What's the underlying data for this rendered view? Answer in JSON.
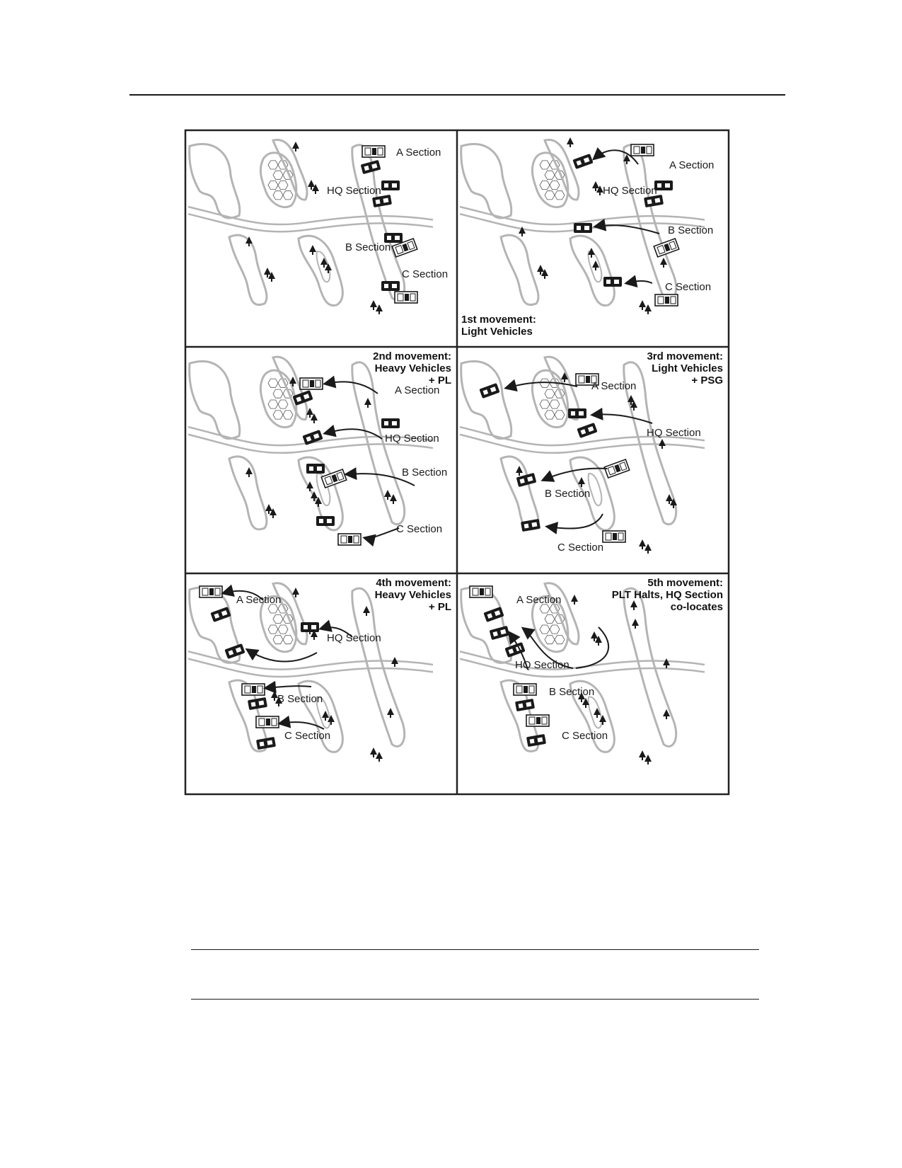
{
  "figure": {
    "panels": [
      {
        "title_lines": [],
        "title_align": "left",
        "labels": {
          "A": "A Section",
          "HQ": "HQ Section",
          "B": "B Section",
          "C": "C Section"
        }
      },
      {
        "title_lines": [
          "1st movement:",
          "Light Vehicles"
        ],
        "title_align": "left-bottom",
        "labels": {
          "A": "A Section",
          "HQ": "HQ Section",
          "B": "B Section",
          "C": "C Section"
        }
      },
      {
        "title_lines": [
          "2nd movement:",
          "Heavy Vehicles",
          "+ PL"
        ],
        "title_align": "right",
        "labels": {
          "A": "A Section",
          "HQ": "HQ Section",
          "B": "B Section",
          "C": "C Section"
        }
      },
      {
        "title_lines": [
          "3rd movement:",
          "Light Vehicles",
          "+ PSG"
        ],
        "title_align": "right",
        "labels": {
          "A": "A Section",
          "HQ": "HQ Section",
          "B": "B Section",
          "C": "C Section"
        }
      },
      {
        "title_lines": [
          "4th movement:",
          "Heavy Vehicles",
          "+ PL"
        ],
        "title_align": "right",
        "labels": {
          "A": "A Section",
          "HQ": "HQ Section",
          "B": "B Section",
          "C": "C Section"
        }
      },
      {
        "title_lines": [
          "5th movement:",
          "PLT Halts, HQ Section",
          "co-locates"
        ],
        "title_align": "right",
        "labels": {
          "A": "A Section",
          "HQ": "HQ Section",
          "B": "B Section",
          "C": "C Section"
        }
      }
    ]
  },
  "icons": {
    "tree": "tree-icon",
    "heavy_vehicle": "heavy-vehicle-icon",
    "light_vehicle": "light-vehicle-icon",
    "arrow": "movement-arrow"
  },
  "colors": {
    "terrain": "#b4b4b4",
    "ink": "#1a1a1a",
    "border": "#222222"
  }
}
